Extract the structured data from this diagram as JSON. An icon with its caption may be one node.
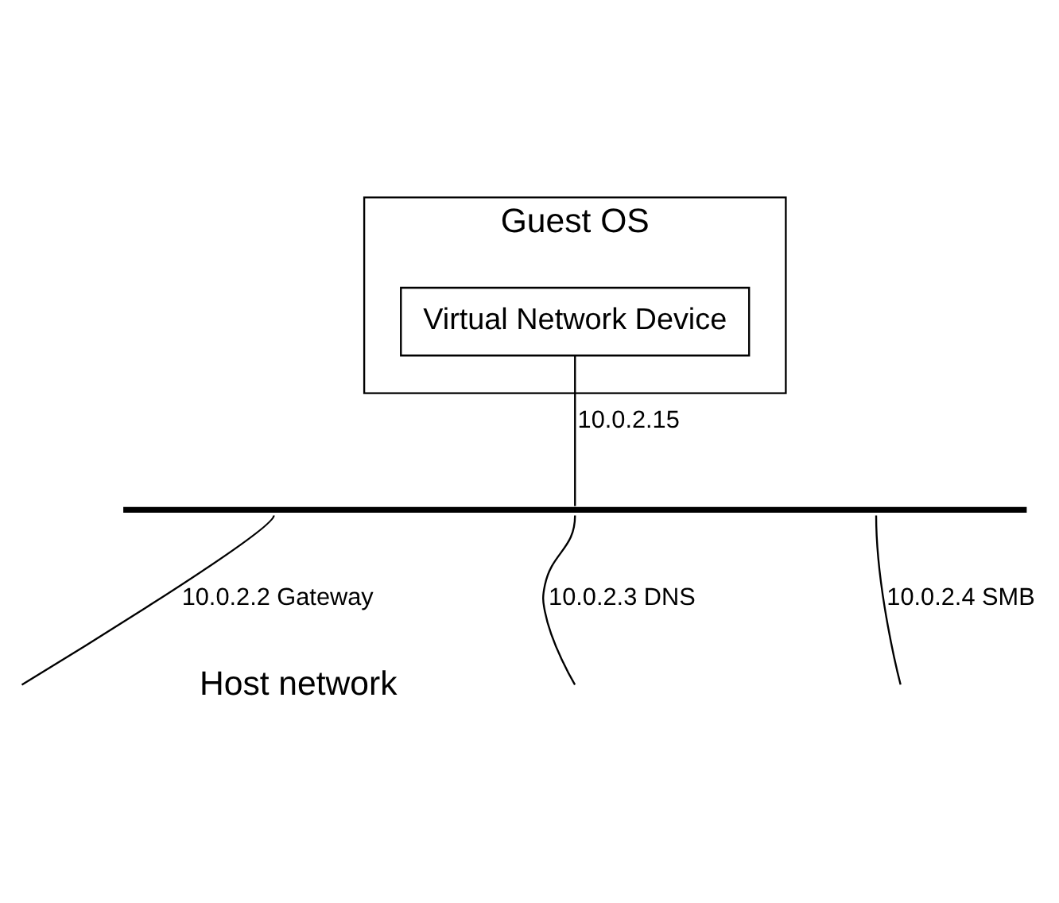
{
  "diagram": {
    "nodes": [
      {
        "text": [
          "Guest OS"
        ]
      },
      {
        "text": [
          "Virtual Network Device"
        ],
        "in": 0
      },
      {
        "text": [],
        "shape": "bar"
      }
    ],
    "edges": [
      {
        "from": 1,
        "to": 2,
        "arrow": "none",
        "label": "10.0.2.15"
      },
      {
        "from": 2,
        "to": null,
        "arrow": "none",
        "label": "10.0.2.2 Gateway"
      },
      {
        "from": 2,
        "to": null,
        "arrow": "none",
        "label": "10.0.2.3 DNS"
      },
      {
        "from": 2,
        "to": null,
        "arrow": "none",
        "label": "10.0.2.4 SMB"
      }
    ],
    "labels": [
      "Host network"
    ]
  }
}
